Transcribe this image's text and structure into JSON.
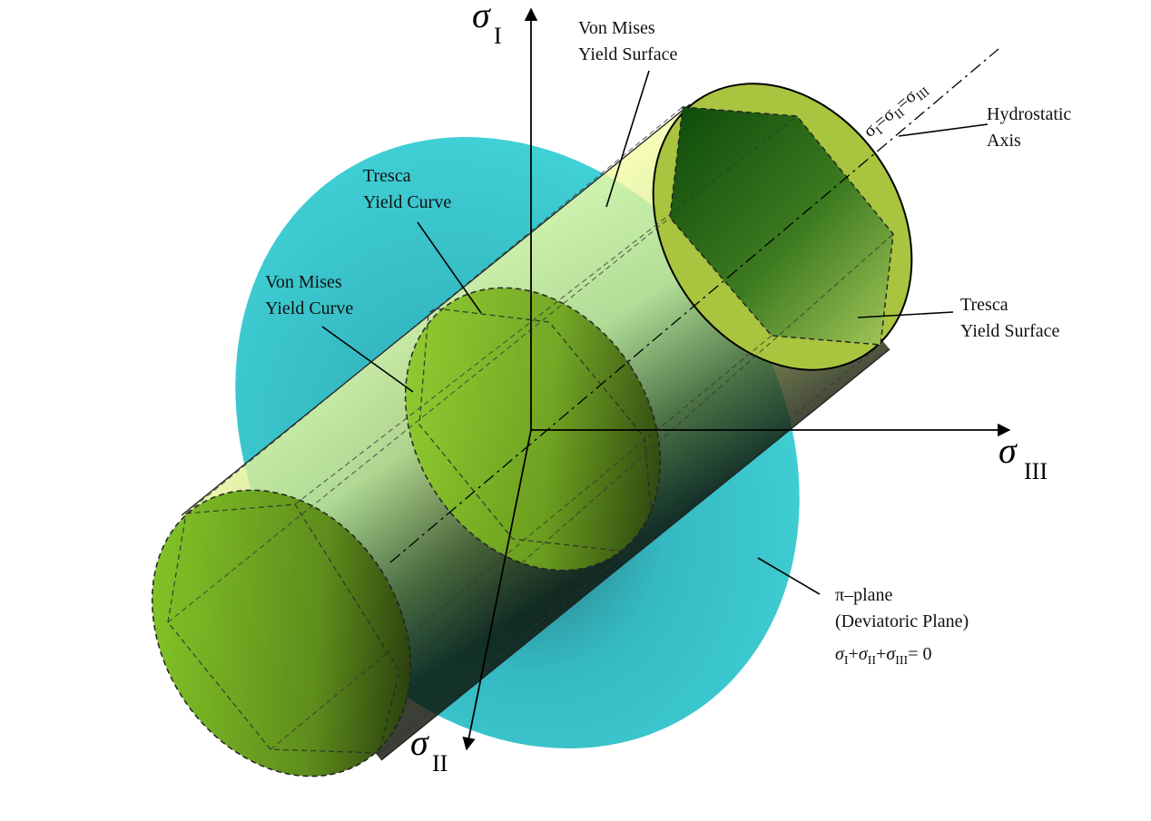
{
  "labels": {
    "von_mises_surface": [
      "Von Mises",
      "Yield Surface"
    ],
    "tresca_curve": [
      "Tresca",
      "Yield Curve"
    ],
    "von_mises_curve": [
      "Von Mises",
      "Yield Curve"
    ],
    "hydrostatic_axis": [
      "Hydrostatic",
      "Axis"
    ],
    "tresca_surface": [
      "Tresca",
      "Yield Surface"
    ],
    "pi_plane": [
      "π–plane",
      "(Deviatoric Plane)"
    ]
  },
  "axes": {
    "sigma": "σ",
    "sub_1": "I",
    "sub_2": "II",
    "sub_3": "III"
  },
  "equations": {
    "hydro_sub_1": "I",
    "hydro_sub_2": "II",
    "hydro_sub_3": "III",
    "hydro_eq": "=",
    "pi_plane_sum_end": "= 0",
    "plus": "+"
  },
  "colors": {
    "pi_plane": "#3cd1d6",
    "cylinder_light": "#e9f79a",
    "cylinder_dark": "#2a3a08",
    "cap_green": "#8ccf2a",
    "tresca_dark": "#0c3a08"
  }
}
